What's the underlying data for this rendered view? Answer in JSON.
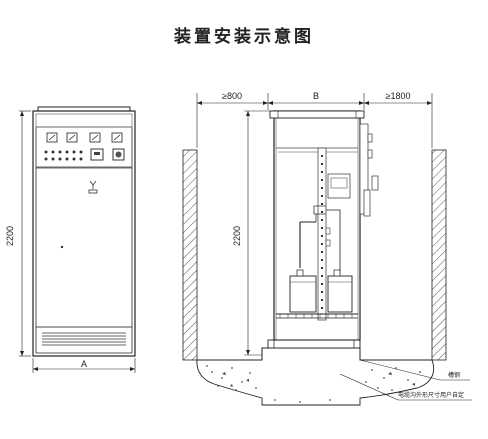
{
  "title": "装置安装示意图",
  "front_view": {
    "height_label": "2200",
    "width_label": "A"
  },
  "side_view": {
    "clearance_front": "≥800",
    "depth_label": "B",
    "clearance_rear": "≥1800",
    "height_label": "2200",
    "callout_channel": "槽钢",
    "callout_trench": "电缆沟外形尺寸用户自定"
  }
}
